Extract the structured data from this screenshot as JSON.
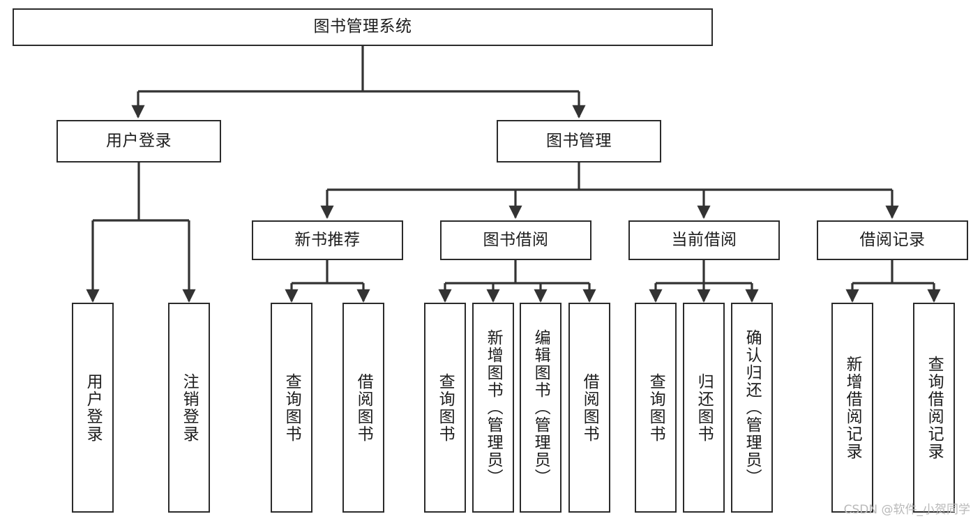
{
  "diagram": {
    "type": "hierarchy-tree",
    "title": "图书管理系统",
    "watermark": "CSDN @软件_小贺同学",
    "colors": {
      "box_border": "#2b2b2b",
      "box_fill": "#ffffff",
      "edge": "#333333",
      "text": "#1c1c1c",
      "watermark": "#b9b9b9"
    },
    "levels": {
      "root": {
        "label": "图书管理系统"
      },
      "level2": [
        {
          "label": "用户登录"
        },
        {
          "label": "图书管理"
        }
      ],
      "level3": [
        {
          "label": "新书推荐"
        },
        {
          "label": "图书借阅"
        },
        {
          "label": "当前借阅"
        },
        {
          "label": "借阅记录"
        }
      ],
      "leaves": {
        "user_login": [
          {
            "label": "用户登录"
          },
          {
            "label": "注销登录"
          }
        ],
        "new_book": [
          {
            "label": "查询图书"
          },
          {
            "label": "借阅图书"
          }
        ],
        "book_borrow": [
          {
            "label": "查询图书"
          },
          {
            "label": "新增图书（管理员）"
          },
          {
            "label": "编辑图书（管理员）"
          },
          {
            "label": "借阅图书"
          }
        ],
        "current_borrow": [
          {
            "label": "查询图书"
          },
          {
            "label": "归还图书"
          },
          {
            "label": "确认归还（管理员）"
          }
        ],
        "borrow_record": [
          {
            "label": "新增借阅记录"
          },
          {
            "label": "查询借阅记录"
          }
        ]
      }
    }
  }
}
